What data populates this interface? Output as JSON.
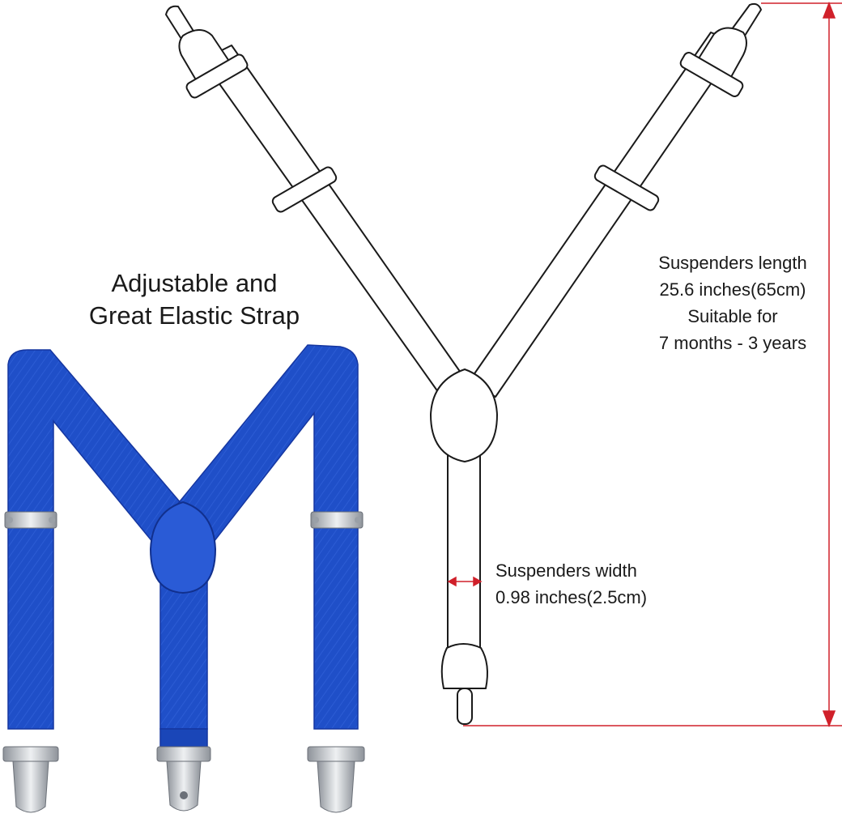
{
  "headline": {
    "line1": "Adjustable and",
    "line2": "Great Elastic Strap"
  },
  "length_spec": {
    "line1": "Suspenders length",
    "line2": "25.6 inches(65cm)",
    "line3": "Suitable for",
    "line4": "7 months - 3 years"
  },
  "width_spec": {
    "line1": "Suspenders width",
    "line2": "0.98 inches(2.5cm)"
  },
  "colors": {
    "strap_blue": "#1f4fc8",
    "strap_blue_dark": "#1536a0",
    "strap_blue_light": "#3a6ae0",
    "dimension_red": "#d0202a",
    "outline": "#1a1a1a",
    "clip_metal": "#c9ccd1"
  },
  "icons": {
    "photo": "blue-y-back-suspenders",
    "drawing": "suspenders-outline-drawing"
  }
}
